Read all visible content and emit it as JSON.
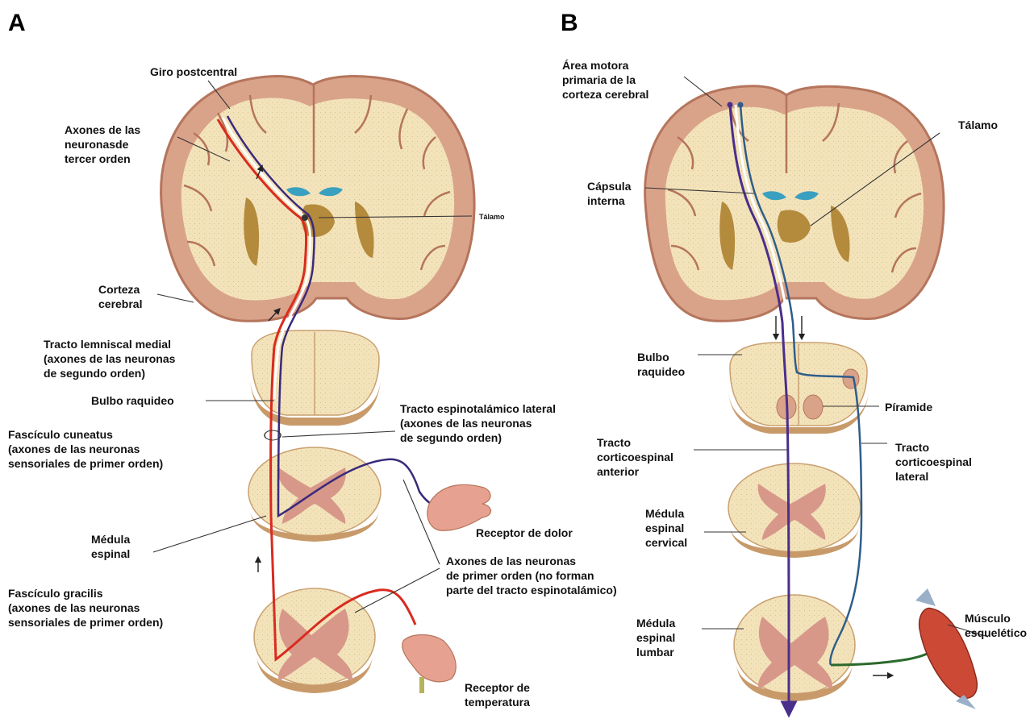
{
  "panels": {
    "a": {
      "letter": "A",
      "labels": {
        "giro": "Giro postcentral",
        "axones3": "Axones de las\nneuronasde\ntercer orden",
        "talamo": "Tálamo",
        "corteza": "Corteza\ncerebral",
        "lemniscal": "Tracto lemniscal medial\n(axones de las neuronas\nde segundo orden)",
        "bulbo": "Bulbo raquideo",
        "espinotalamico": "Tracto espinotalámico lateral\n(axones de las neuronas\n de segundo orden)",
        "cuneatus": "Fascículo cuneatus\n(axones de las neuronas\nsensoriales de primer orden)",
        "medula": "Médula\nespinal",
        "dolor": "Receptor de dolor",
        "axones1": "Axones de las neuronas\nde primer orden (no forman\nparte del tracto espinotalámico)",
        "gracilis": "Fascículo gracilis\n(axones de las neuronas\nsensoriales de primer orden)",
        "temperatura": "Receptor de\ntemperatura"
      }
    },
    "b": {
      "letter": "B",
      "labels": {
        "area": "Área motora\nprimaria de la\ncorteza cerebral",
        "talamo": "Tálamo",
        "capsula": "Cápsula\ninterna",
        "bulbo": "Bulbo\nraquideo",
        "piramide": "Píramide",
        "anterior": "Tracto\ncorticoespinal\nanterior",
        "lateral": "Tracto\ncorticoespinal\nlateral",
        "cervical": "Médula\nespinal\ncervical",
        "musculo": "Músculo\nesquelético",
        "lumbar": "Médula\nespinal\nlumbar"
      }
    }
  },
  "colors": {
    "cortex": "#d9a38a",
    "cortex_edge": "#b5755c",
    "white_matter": "#f3e3bb",
    "nuclei": "#b48a3c",
    "ventricle": "#3aa0c0",
    "cord_grey": "#d7988a",
    "ascending_red": "#d92b1f",
    "ascending_purple": "#3a2a7a",
    "descending_blue": "#2f5d8a",
    "descending_purple": "#4a2e8c",
    "muscle": "#cc4a35",
    "motor_nerve": "#2b6a2b"
  }
}
